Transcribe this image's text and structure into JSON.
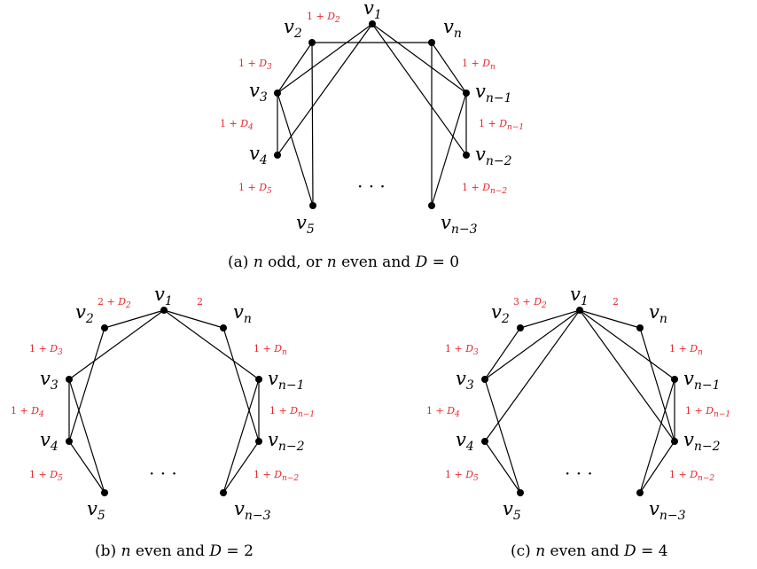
{
  "diagrams": [
    {
      "id": "a",
      "caption": [
        "(a) ",
        "n",
        " odd, or ",
        "n",
        " even and ",
        "D",
        " = 0"
      ],
      "vertices": [
        {
          "id": "v1",
          "base": "v",
          "sub": "1"
        },
        {
          "id": "v2",
          "base": "v",
          "sub": "2"
        },
        {
          "id": "v3",
          "base": "v",
          "sub": "3"
        },
        {
          "id": "v4",
          "base": "v",
          "sub": "4"
        },
        {
          "id": "v5",
          "base": "v",
          "sub": "5"
        },
        {
          "id": "vn",
          "base": "v",
          "sub": "n"
        },
        {
          "id": "vn1",
          "base": "v",
          "sub": "n−1"
        },
        {
          "id": "vn2",
          "base": "v",
          "sub": "n−2"
        },
        {
          "id": "vn3",
          "base": "v",
          "sub": "n−3"
        }
      ],
      "edges": [
        [
          "v1",
          "v3"
        ],
        [
          "v1",
          "v4"
        ],
        [
          "v1",
          "vn1"
        ],
        [
          "v1",
          "vn2"
        ],
        [
          "v2",
          "vn"
        ],
        [
          "v2",
          "v3"
        ],
        [
          "v2",
          "v5"
        ],
        [
          "v3",
          "v4"
        ],
        [
          "v3",
          "v5"
        ],
        [
          "vn",
          "vn1"
        ],
        [
          "vn",
          "vn3"
        ],
        [
          "vn1",
          "vn2"
        ],
        [
          "vn1",
          "vn3"
        ]
      ],
      "weights": [
        {
          "id": "w-v1v2",
          "pre": "1 + ",
          "base": "D",
          "sub": "2"
        },
        {
          "id": "w-v2v3",
          "pre": "1 + ",
          "base": "D",
          "sub": "3"
        },
        {
          "id": "w-v3v4",
          "pre": "1 + ",
          "base": "D",
          "sub": "4"
        },
        {
          "id": "w-v4v5",
          "pre": "1 + ",
          "base": "D",
          "sub": "5"
        },
        {
          "id": "w-vnvn1",
          "pre": "1 + ",
          "base": "D",
          "sub": "n"
        },
        {
          "id": "w-vn1vn2",
          "pre": "1 + ",
          "base": "D",
          "sub": "n−1"
        },
        {
          "id": "w-vn2vn3",
          "pre": "1 + ",
          "base": "D",
          "sub": "n−2"
        }
      ],
      "dots": "· · ·"
    },
    {
      "id": "b",
      "caption": [
        "(b) ",
        "n",
        " even and ",
        "D",
        " = 2"
      ],
      "vertices": [
        {
          "id": "v1",
          "base": "v",
          "sub": "1"
        },
        {
          "id": "v2",
          "base": "v",
          "sub": "2"
        },
        {
          "id": "v3",
          "base": "v",
          "sub": "3"
        },
        {
          "id": "v4",
          "base": "v",
          "sub": "4"
        },
        {
          "id": "v5",
          "base": "v",
          "sub": "5"
        },
        {
          "id": "vn",
          "base": "v",
          "sub": "n"
        },
        {
          "id": "vn1",
          "base": "v",
          "sub": "n−1"
        },
        {
          "id": "vn2",
          "base": "v",
          "sub": "n−2"
        },
        {
          "id": "vn3",
          "base": "v",
          "sub": "n−3"
        }
      ],
      "edges": [
        [
          "v1",
          "v2"
        ],
        [
          "v1",
          "vn"
        ],
        [
          "v1",
          "v3"
        ],
        [
          "v1",
          "vn1"
        ],
        [
          "v2",
          "v4"
        ],
        [
          "v3",
          "v4"
        ],
        [
          "v3",
          "v5"
        ],
        [
          "v4",
          "v5"
        ],
        [
          "vn",
          "vn2"
        ],
        [
          "vn1",
          "vn2"
        ],
        [
          "vn1",
          "vn3"
        ],
        [
          "vn2",
          "vn3"
        ]
      ],
      "weights": [
        {
          "id": "w-v1v2",
          "pre": "2 + ",
          "base": "D",
          "sub": "2"
        },
        {
          "id": "w-v1vn",
          "pre": "2",
          "base": "",
          "sub": ""
        },
        {
          "id": "w-v2v3",
          "pre": "1 + ",
          "base": "D",
          "sub": "3"
        },
        {
          "id": "w-v3v4",
          "pre": "1 + ",
          "base": "D",
          "sub": "4"
        },
        {
          "id": "w-v4v5",
          "pre": "1 + ",
          "base": "D",
          "sub": "5"
        },
        {
          "id": "w-vnvn1",
          "pre": "1 + ",
          "base": "D",
          "sub": "n"
        },
        {
          "id": "w-vn1vn2",
          "pre": "1 + ",
          "base": "D",
          "sub": "n−1"
        },
        {
          "id": "w-vn2vn3",
          "pre": "1 + ",
          "base": "D",
          "sub": "n−2"
        }
      ],
      "dots": "· · ·"
    },
    {
      "id": "c",
      "caption": [
        "(c) ",
        "n",
        " even and ",
        "D",
        " = 4"
      ],
      "vertices": [
        {
          "id": "v1",
          "base": "v",
          "sub": "1"
        },
        {
          "id": "v2",
          "base": "v",
          "sub": "2"
        },
        {
          "id": "v3",
          "base": "v",
          "sub": "3"
        },
        {
          "id": "v4",
          "base": "v",
          "sub": "4"
        },
        {
          "id": "v5",
          "base": "v",
          "sub": "5"
        },
        {
          "id": "vn",
          "base": "v",
          "sub": "n"
        },
        {
          "id": "vn1",
          "base": "v",
          "sub": "n−1"
        },
        {
          "id": "vn2",
          "base": "v",
          "sub": "n−2"
        },
        {
          "id": "vn3",
          "base": "v",
          "sub": "n−3"
        }
      ],
      "edges": [
        [
          "v1",
          "v2"
        ],
        [
          "v1",
          "vn"
        ],
        [
          "v1",
          "v3"
        ],
        [
          "v1",
          "v4"
        ],
        [
          "v1",
          "vn1"
        ],
        [
          "v1",
          "vn2"
        ],
        [
          "v2",
          "v3"
        ],
        [
          "v3",
          "v5"
        ],
        [
          "v4",
          "v5"
        ],
        [
          "vn",
          "vn2"
        ],
        [
          "vn1",
          "vn2"
        ],
        [
          "vn1",
          "vn3"
        ],
        [
          "vn2",
          "vn3"
        ]
      ],
      "weights": [
        {
          "id": "w-v1v2",
          "pre": "3 + ",
          "base": "D",
          "sub": "2"
        },
        {
          "id": "w-v1vn",
          "pre": "2",
          "base": "",
          "sub": ""
        },
        {
          "id": "w-v2v3",
          "pre": "1 + ",
          "base": "D",
          "sub": "3"
        },
        {
          "id": "w-v3v4",
          "pre": "1 + ",
          "base": "D",
          "sub": "4"
        },
        {
          "id": "w-v4v5",
          "pre": "1 + ",
          "base": "D",
          "sub": "5"
        },
        {
          "id": "w-vnvn1",
          "pre": "1 + ",
          "base": "D",
          "sub": "n"
        },
        {
          "id": "w-vn1vn2",
          "pre": "1 + ",
          "base": "D",
          "sub": "n−1"
        },
        {
          "id": "w-vn2vn3",
          "pre": "1 + ",
          "base": "D",
          "sub": "n−2"
        }
      ],
      "dots": "· · ·"
    }
  ]
}
